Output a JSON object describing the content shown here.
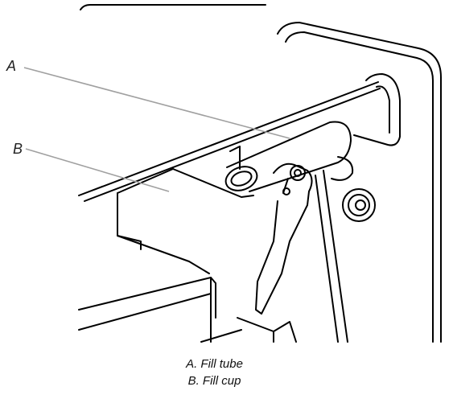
{
  "callouts": {
    "a": "A",
    "b": "B"
  },
  "legend": {
    "a": "A. Fill tube",
    "b": "B. Fill cup"
  },
  "colors": {
    "line": "#000000",
    "leader": "#a0a0a0",
    "background": "#ffffff"
  }
}
